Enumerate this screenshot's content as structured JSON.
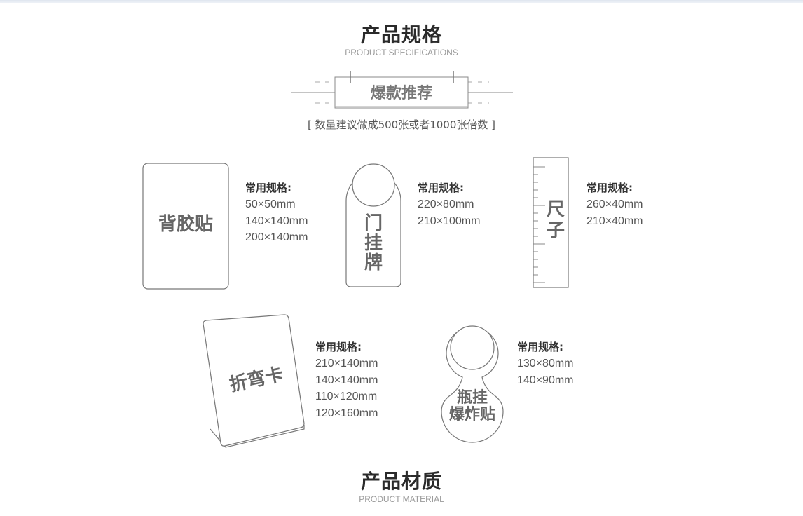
{
  "section1": {
    "title": "产品规格",
    "subtitle": "PRODUCT SPECIFICATIONS",
    "banner": "爆款推荐",
    "note": "[ 数量建议做成500张或者1000张倍数 ]"
  },
  "products": [
    {
      "label": "背胶贴",
      "spec_heading": "常用规格:",
      "specs": [
        "50×50mm",
        "140×140mm",
        "200×140mm"
      ]
    },
    {
      "label_lines": [
        "门",
        "挂",
        "牌"
      ],
      "spec_heading": "常用规格:",
      "specs": [
        "220×80mm",
        "210×100mm"
      ]
    },
    {
      "label_lines": [
        "尺",
        "子"
      ],
      "spec_heading": "常用规格:",
      "specs": [
        "260×40mm",
        "210×40mm"
      ]
    },
    {
      "label": "折弯卡",
      "spec_heading": "常用规格:",
      "specs": [
        "210×140mm",
        "140×140mm",
        "110×120mm",
        "120×160mm"
      ]
    },
    {
      "label_lines": [
        "瓶挂",
        "爆炸贴"
      ],
      "spec_heading": "常用规格:",
      "specs": [
        "130×80mm",
        "140×90mm"
      ]
    }
  ],
  "section2": {
    "title": "产品材质",
    "subtitle": "PRODUCT MATERIAL"
  }
}
